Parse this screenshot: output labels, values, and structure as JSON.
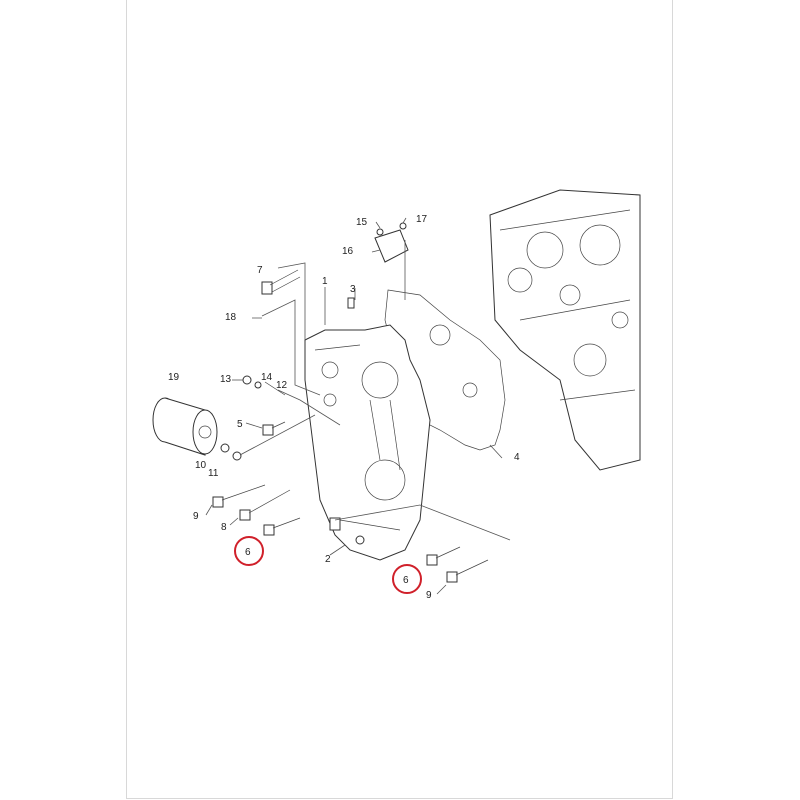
{
  "diagram": {
    "title": "Engine front gear case cover exploded parts view",
    "highlight_color": "#d0202a",
    "callouts": [
      {
        "id": "c1",
        "label": "1"
      },
      {
        "id": "c2",
        "label": "2"
      },
      {
        "id": "c3",
        "label": "3"
      },
      {
        "id": "c4",
        "label": "4"
      },
      {
        "id": "c5",
        "label": "5"
      },
      {
        "id": "c6a",
        "label": "6",
        "highlighted": true
      },
      {
        "id": "c6b",
        "label": "6",
        "highlighted": true
      },
      {
        "id": "c7",
        "label": "7"
      },
      {
        "id": "c8",
        "label": "8"
      },
      {
        "id": "c9a",
        "label": "9"
      },
      {
        "id": "c9b",
        "label": "9"
      },
      {
        "id": "c10",
        "label": "10"
      },
      {
        "id": "c11",
        "label": "11"
      },
      {
        "id": "c12",
        "label": "12"
      },
      {
        "id": "c13",
        "label": "13"
      },
      {
        "id": "c14",
        "label": "14"
      },
      {
        "id": "c15",
        "label": "15"
      },
      {
        "id": "c16",
        "label": "16"
      },
      {
        "id": "c17",
        "label": "17"
      },
      {
        "id": "c18",
        "label": "18"
      },
      {
        "id": "c19",
        "label": "19"
      }
    ]
  }
}
